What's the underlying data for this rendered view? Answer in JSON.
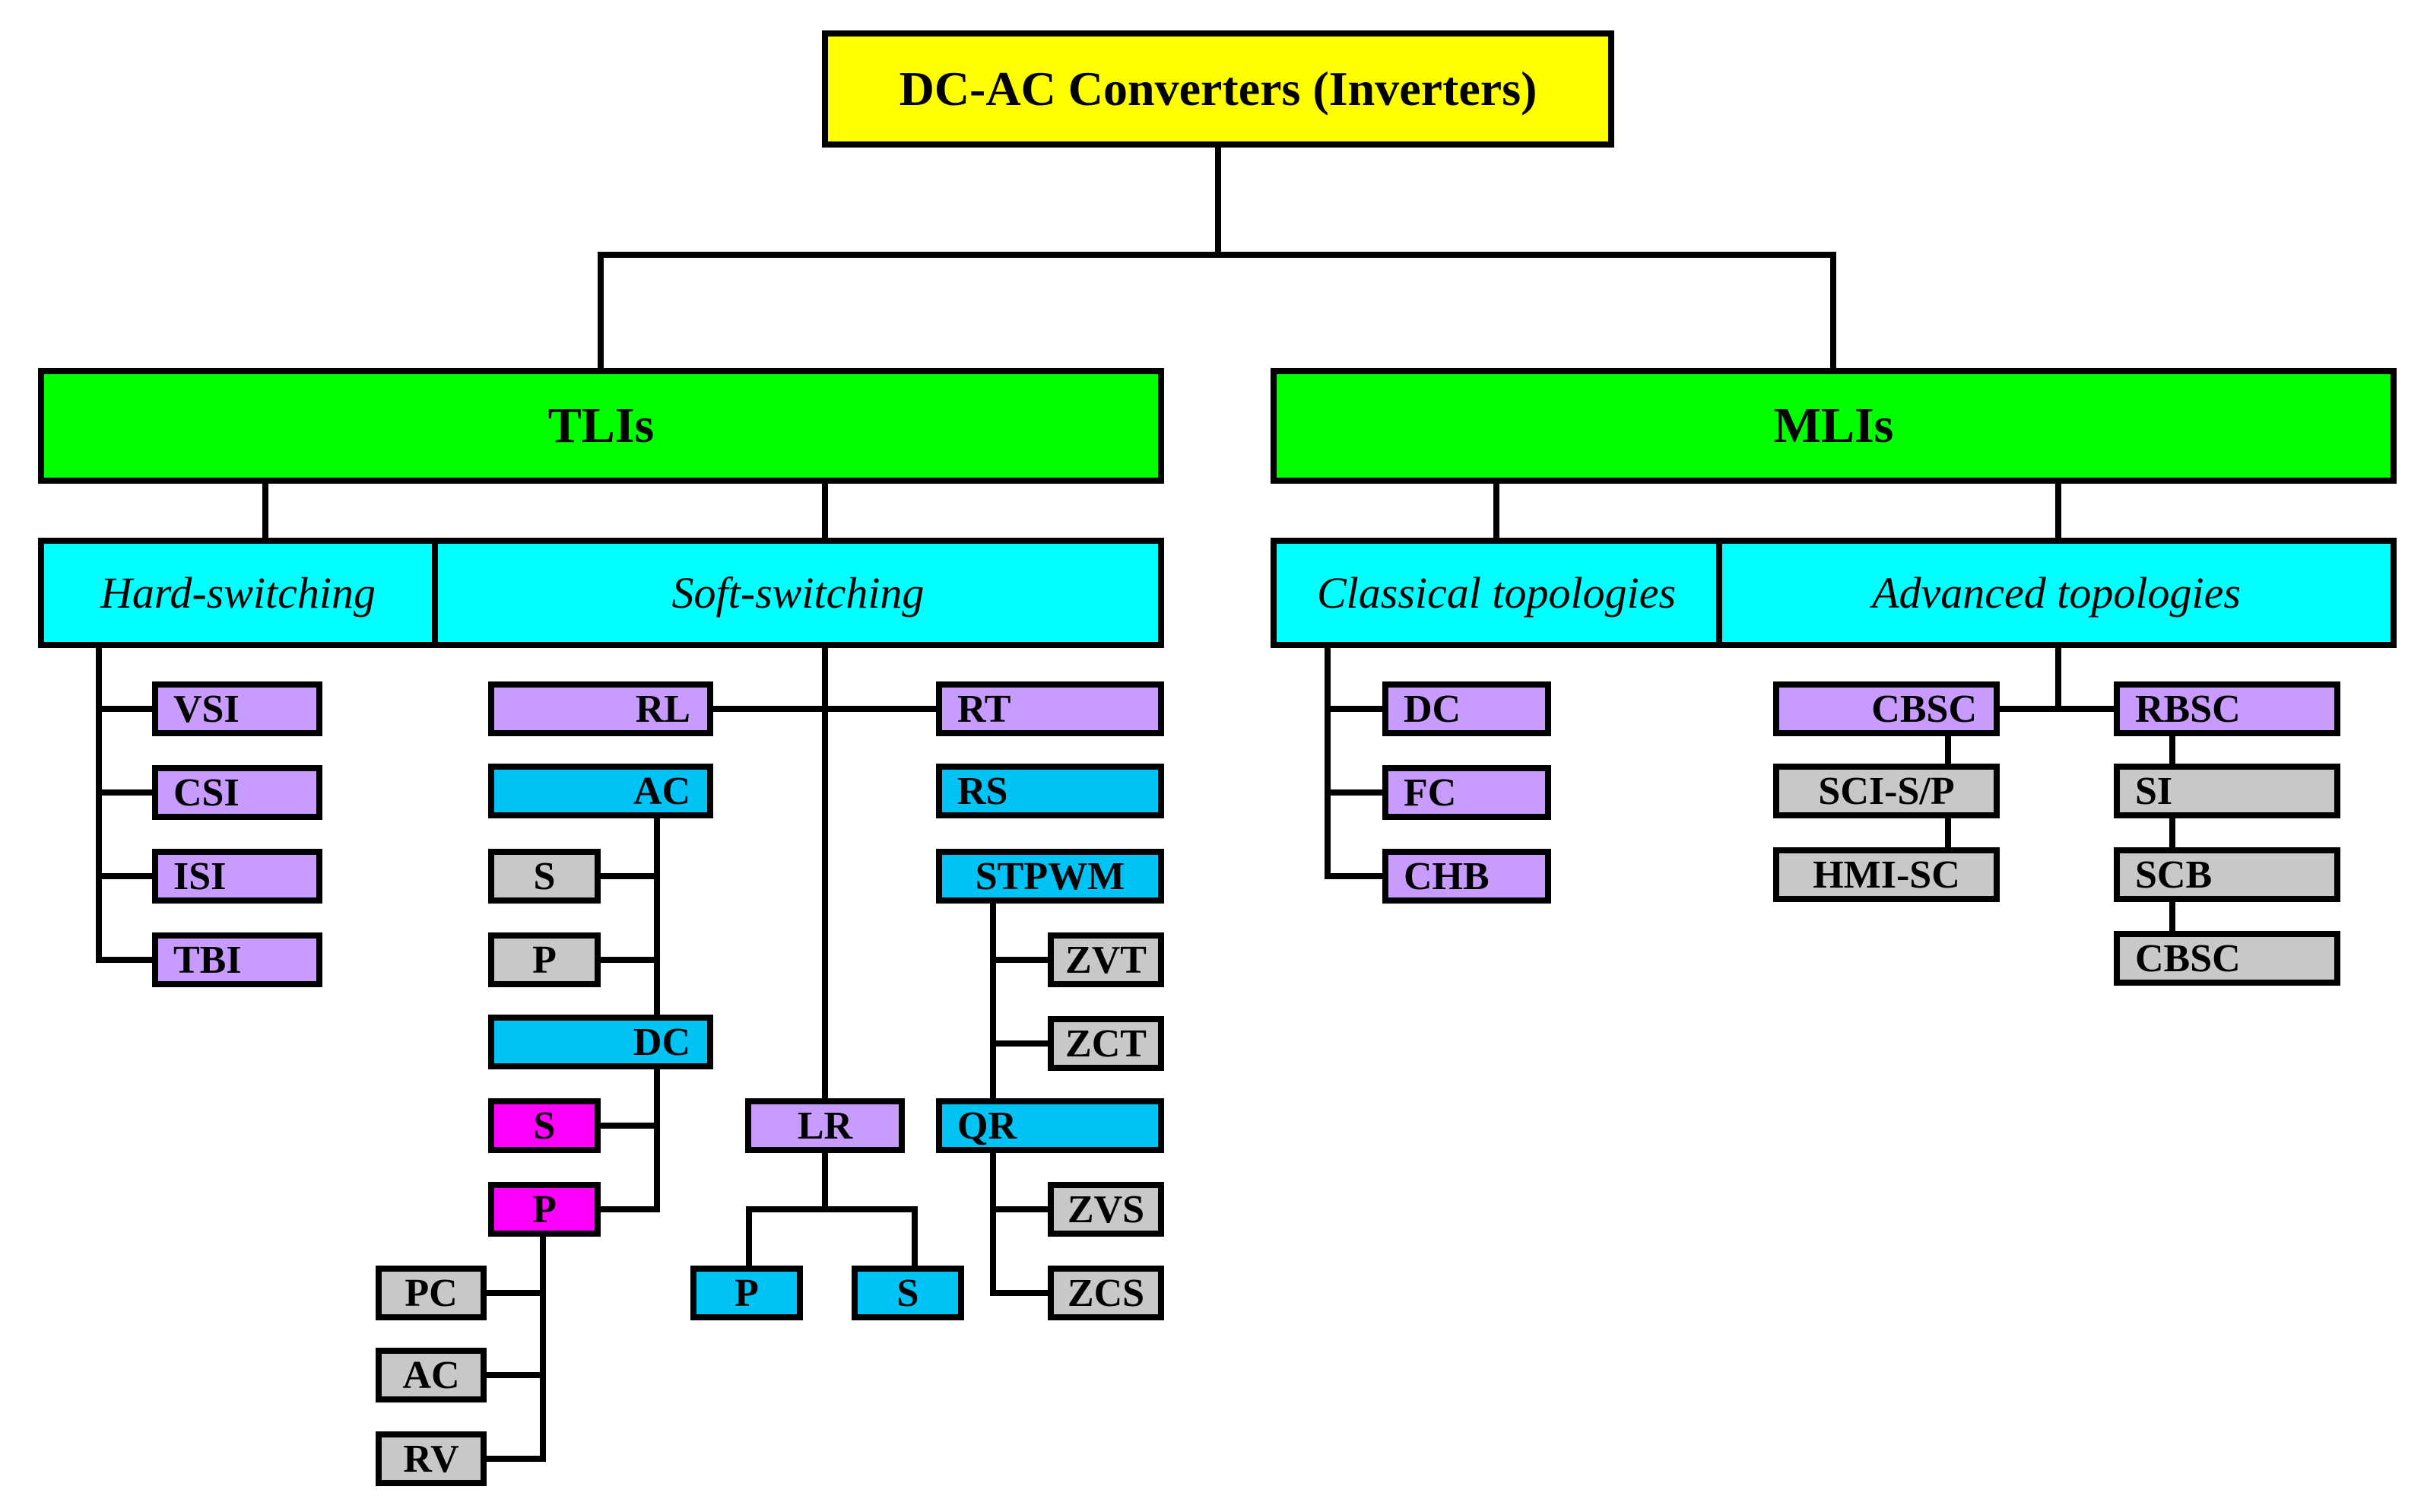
{
  "colors": {
    "root": "#ffff00",
    "level1": "#00ff00",
    "category": "#00ffff",
    "lavender": "#c89cff",
    "blue": "#00c3f5",
    "gray": "#c8c8c8",
    "magenta": "#ff00ff"
  },
  "root": {
    "label": "DC-AC Converters (Inverters)"
  },
  "tlis": {
    "label": "TLIs",
    "hard_switching": {
      "label": "Hard-switching",
      "items": [
        "VSI",
        "CSI",
        "ISI",
        "TBI"
      ]
    },
    "soft_switching": {
      "label": "Soft-switching",
      "rl": {
        "label": "RL",
        "ac": {
          "label": "AC",
          "items": [
            "S",
            "P"
          ]
        },
        "dc": {
          "label": "DC",
          "s": "S",
          "p": {
            "label": "P",
            "items": [
              "PC",
              "AC",
              "RV"
            ]
          }
        }
      },
      "lr": {
        "label": "LR",
        "items": [
          "P",
          "S"
        ]
      },
      "rt": {
        "label": "RT",
        "rs": "RS",
        "stpwm": {
          "label": "STPWM",
          "items": [
            "ZVT",
            "ZCT"
          ]
        },
        "qr": {
          "label": "QR",
          "items": [
            "ZVS",
            "ZCS"
          ]
        }
      }
    }
  },
  "mlis": {
    "label": "MLIs",
    "classical": {
      "label": "Classical topologies",
      "items": [
        "DC",
        "FC",
        "CHB"
      ]
    },
    "advanced": {
      "label": "Advanced topologies",
      "cbsc": {
        "label": "CBSC",
        "items": [
          "SCI-S/P",
          "HMI-SC"
        ]
      },
      "rbsc": {
        "label": "RBSC",
        "items": [
          "SI",
          "SCB",
          "CBSC"
        ]
      }
    }
  }
}
